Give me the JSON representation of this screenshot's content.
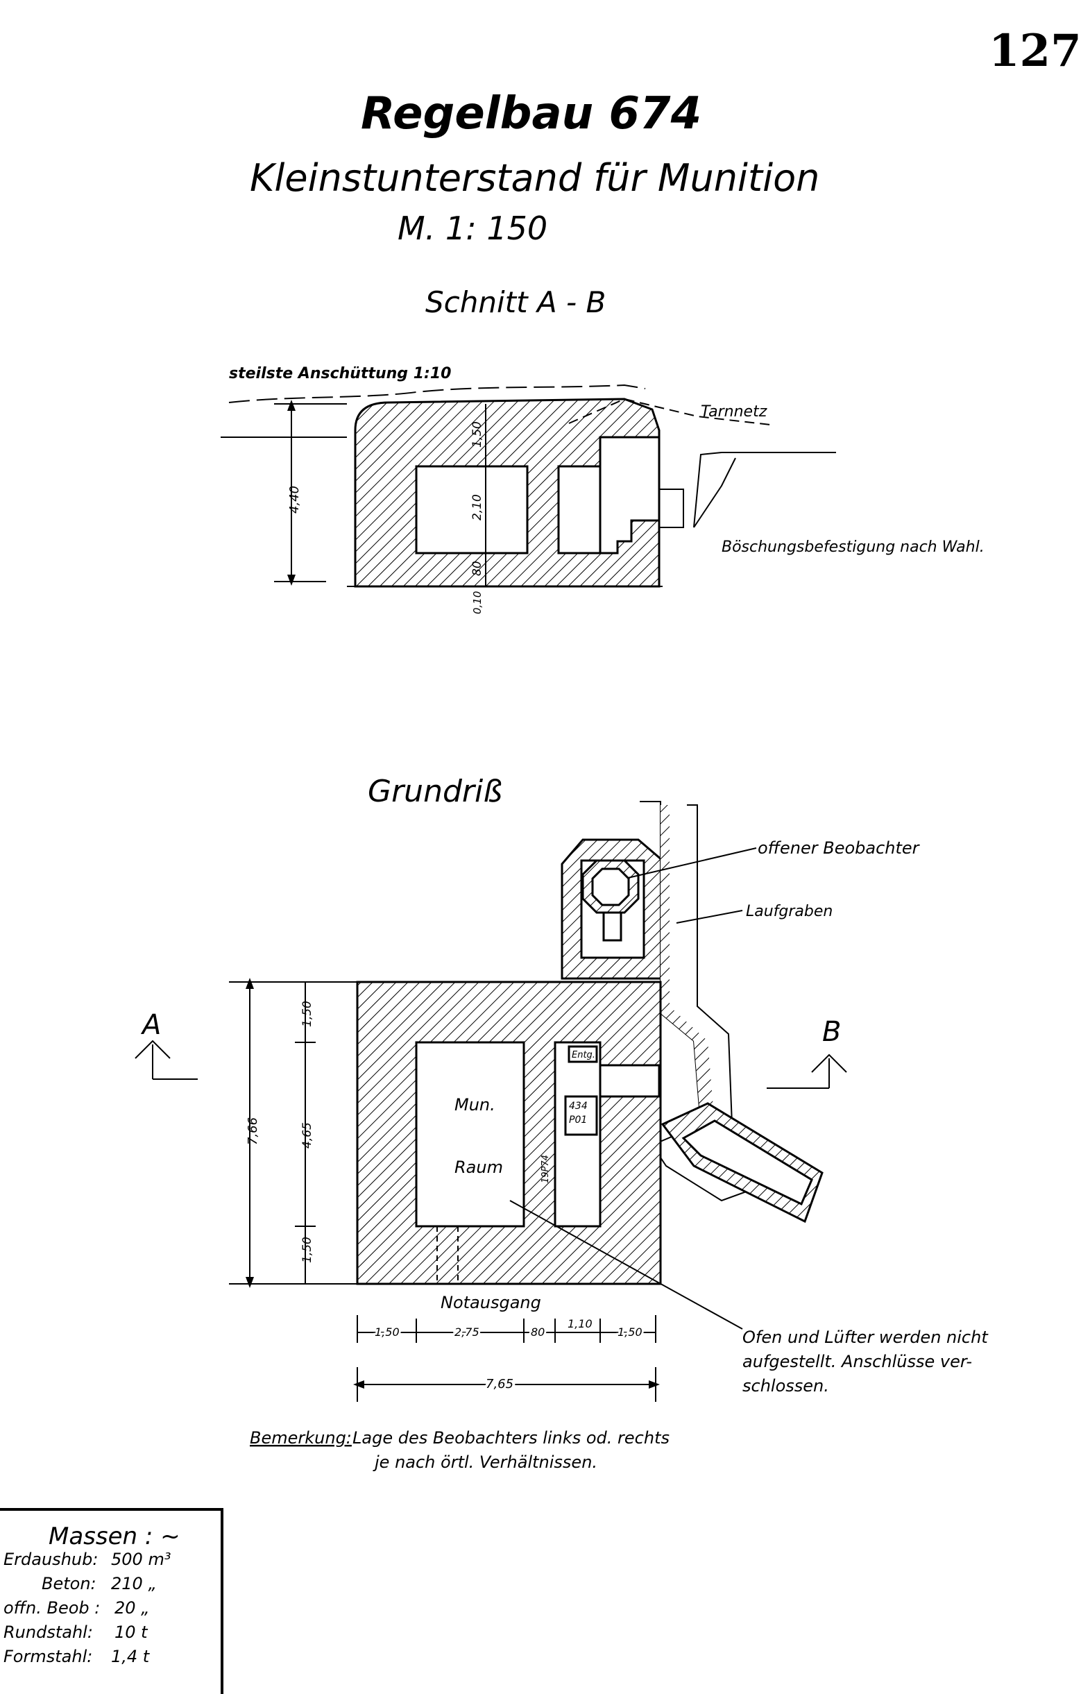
{
  "page_number": "127",
  "title": "Regelbau 674",
  "subtitle": "Kleinstunterstand für Munition",
  "scale": "M. 1: 150",
  "section": {
    "heading": "Schnitt A - B",
    "labels": {
      "fill": "steilste Anschüttung 1:10",
      "net": "Tarnnetz",
      "slope": "Böschungsbefestigung nach Wahl."
    },
    "dims": {
      "total_height": "4,40",
      "roof": "1,50",
      "room": "2,10",
      "floor": "80",
      "base": "0,10"
    }
  },
  "plan": {
    "heading": "Grundriß",
    "markers": {
      "a": "A",
      "b": "B"
    },
    "labels": {
      "observer": "offener Beobachter",
      "trench": "Laufgraben",
      "mun": "Mun.",
      "raum": "Raum",
      "entg": "Entg.",
      "p434": "434",
      "p01": "P01",
      "p19": "19P74",
      "exit": "Notausgang",
      "stove_1": "Ofen und Lüfter werden nicht",
      "stove_2": "aufgestellt. Anschlüsse ver-",
      "stove_3": "schlossen."
    },
    "dims": {
      "total": "7,66",
      "top": "1,50",
      "mid": "4,65",
      "bottom": "1,50",
      "w1": "1,50",
      "w2": "2,75",
      "w3": "80",
      "w4": "1,10",
      "w5": "1,50",
      "w_total": "7,65"
    }
  },
  "remark": {
    "label": "Bemerkung:",
    "line1": "Lage des Beobachters links od. rechts",
    "line2": "je nach örtl. Verhältnissen."
  },
  "masses": {
    "title": "Massen : ~",
    "rows": [
      {
        "label": "Erdaushub:",
        "value": "500 m³"
      },
      {
        "label": "Beton:",
        "value": "210 „"
      },
      {
        "label": "offn. Beob :",
        "value": "20 „"
      },
      {
        "label": "Rundstahl:",
        "value": "10 t"
      },
      {
        "label": "Formstahl:",
        "value": "1,4 t"
      }
    ]
  }
}
